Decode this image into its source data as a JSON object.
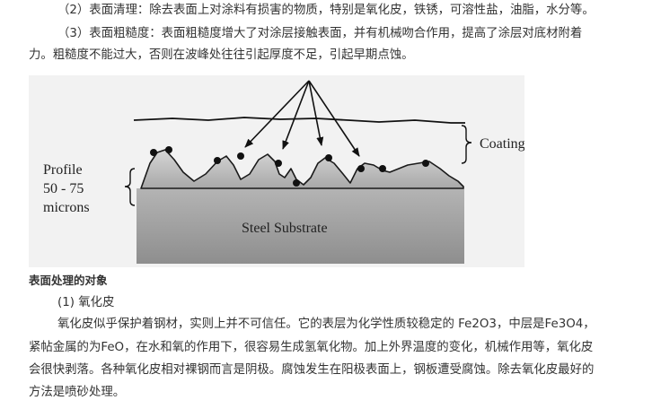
{
  "article": {
    "item2": "（2）表面清理：除去表面上对涂料有损害的物质，特别是氧化皮，铁锈，可溶性盐，油脂，水分等。",
    "item3_line1": "（3）表面粗糙度：表面粗糙度增大了对涂层接触表面，并有机械吻合作用，提高了涂层对底材附着",
    "item3_line2": "力。粗糙度不能过大，否则在波峰处往往引起厚度不足，引起早期点蚀。",
    "section_heading": "表面处理的对象",
    "subheading": "(1) 氧化皮",
    "para_line1": "氧化皮似乎保护着钢材，实则上并不可信任。它的表层为化学性质较稳定的 Fe2O3，中层是Fe3O4，",
    "para_line2": "紧帖金属的为FeO，在水和氧的作用下，很容易生成氢氧化物。加上外界温度的变化，机械作用等，氧化皮",
    "para_line3": "会很快剥落。各种氧化皮相对裸钢而言是阴极。腐蚀发生在阳极表面上，钢板遭受腐蚀。除去氧化皮最好的",
    "para_line4": "方法是喷砂处理。"
  },
  "figure": {
    "profile_line1": "Profile",
    "profile_line2": "50 - 75",
    "profile_line3": "microns",
    "coating_label": "Coating",
    "substrate_label": "Steel Substrate",
    "colors": {
      "background": "#f2f2f2",
      "substrate_top": "#b4b4b4",
      "substrate_bottom": "#909090",
      "profile_fill": "#b0b0b0",
      "ink": "#111111"
    }
  }
}
